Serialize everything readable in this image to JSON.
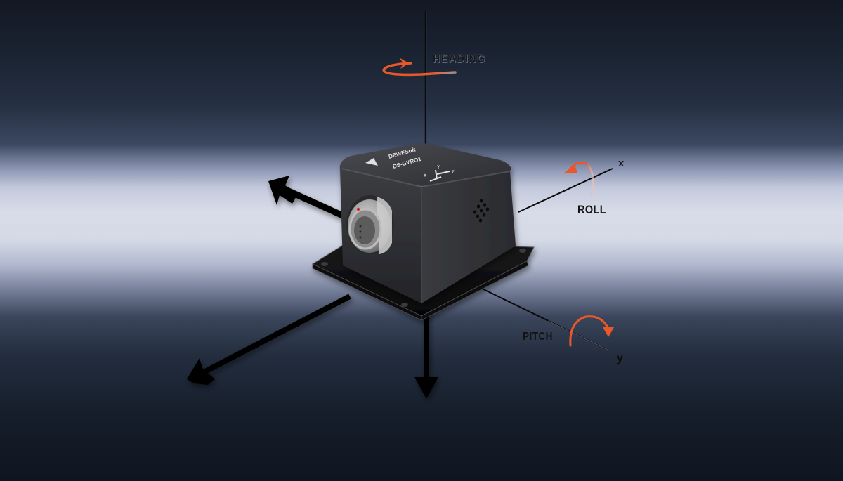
{
  "scene": {
    "description": "3D product render of an inertial gyroscope sensor with rotation axes",
    "background": {
      "top_color": "#131824",
      "band_color": "#d8dce8",
      "bottom_color": "#0f1520"
    },
    "accent_color": "#e8582a",
    "arrow_color": "#050505"
  },
  "device": {
    "brand": "DEWESoft",
    "model": "DS-GYRO1",
    "body_color": "#3a3a3c",
    "connector_marker_color": "#e02020",
    "axis_glyph_labels": {
      "x": "X",
      "y": "Y",
      "z": "Z"
    }
  },
  "labels": {
    "heading": "HEADING",
    "roll": "ROLL",
    "pitch": "PITCH",
    "x_axis": "x",
    "y_axis": "y"
  },
  "icons": {
    "heading_rotation": "rotation-arrow-icon",
    "roll_rotation": "rotation-arrow-icon",
    "pitch_rotation": "rotation-arrow-icon"
  }
}
